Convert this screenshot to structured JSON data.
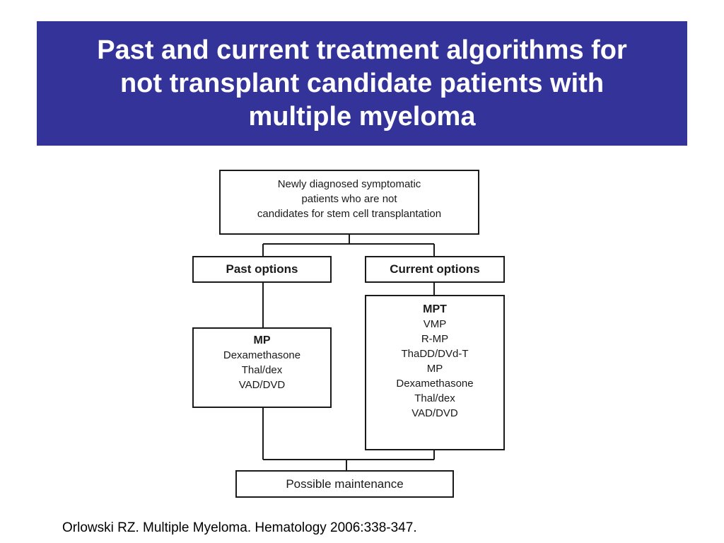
{
  "title": {
    "lines": [
      "Past and current treatment algorithms for",
      "not transplant candidate patients with",
      "multiple myeloma"
    ]
  },
  "flowchart": {
    "top_box": {
      "lines": [
        "Newly diagnosed symptomatic",
        "patients who are not",
        "candidates for stem cell transplantation"
      ]
    },
    "past_header": "Past options",
    "current_header": "Current options",
    "past_list": [
      "MP",
      "Dexamethasone",
      "Thal/dex",
      "VAD/DVD"
    ],
    "current_list": [
      "MPT",
      "VMP",
      "R-MP",
      "ThaDD/DVd-T",
      "MP",
      "Dexamethasone",
      "Thal/dex",
      "VAD/DVD"
    ],
    "bottom_box": "Possible maintenance"
  },
  "citation": "Orlowski RZ. Multiple Myeloma. Hematology 2006:338-347.",
  "colors": {
    "banner": "#333399",
    "banner_text": "#ffffff",
    "lines": "#1a1a1a"
  }
}
